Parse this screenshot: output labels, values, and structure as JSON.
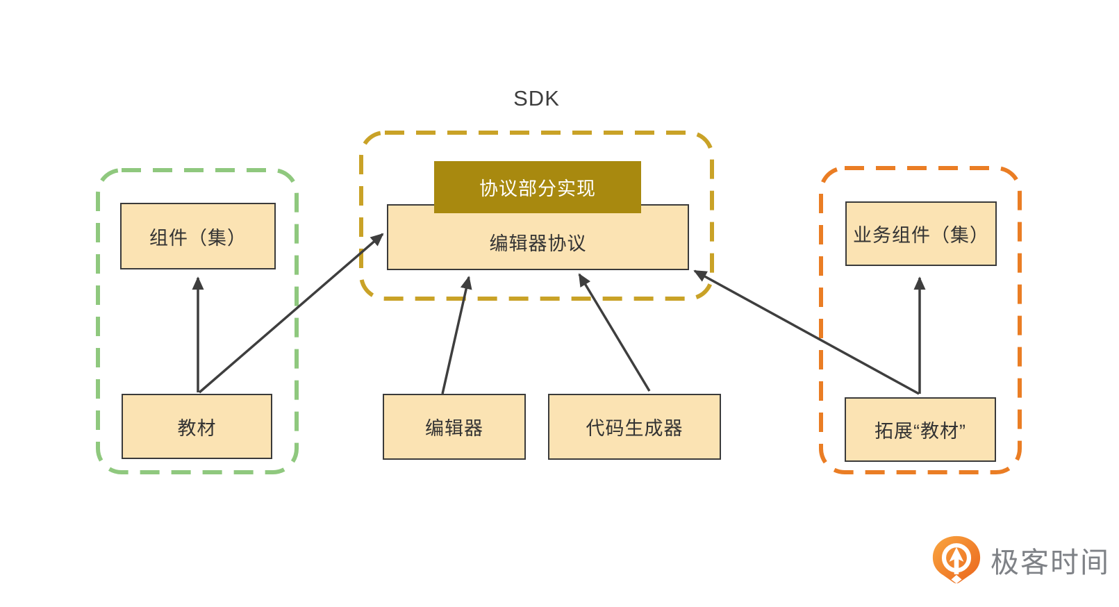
{
  "sdk": {
    "title": "SDK"
  },
  "nodes": {
    "zujian": "组件（集）",
    "jiaocai": "教材",
    "xieyi_impl": "协议部分实现",
    "editor_protocol": "编辑器协议",
    "editor": "编辑器",
    "code_generator": "代码生成器",
    "biz_zujian": "业务组件（集）",
    "tuozhan_jiaocai": "拓展“教材”"
  },
  "connections": [
    {
      "from": "教材",
      "to": "组件（集）"
    },
    {
      "from": "教材",
      "to": "编辑器协议"
    },
    {
      "from": "编辑器",
      "to": "编辑器协议"
    },
    {
      "from": "代码生成器",
      "to": "编辑器协议"
    },
    {
      "from": "拓展“教材”",
      "to": "编辑器协议"
    },
    {
      "from": "拓展“教材”",
      "to": "业务组件（集）"
    }
  ],
  "logo": {
    "text": "极客时间"
  },
  "colors": {
    "group_left_border": "#8FC87E",
    "group_sdk_border": "#C9A227",
    "group_right_border": "#EA7D24",
    "node_fill": "#FBE3B3",
    "node_dark_fill": "#A8890F",
    "node_border": "#3A3A3A",
    "arrow": "#3E3E3E",
    "text": "#333333",
    "logo_text": "#7E8186",
    "logo_orange": "#ED6C1F"
  }
}
